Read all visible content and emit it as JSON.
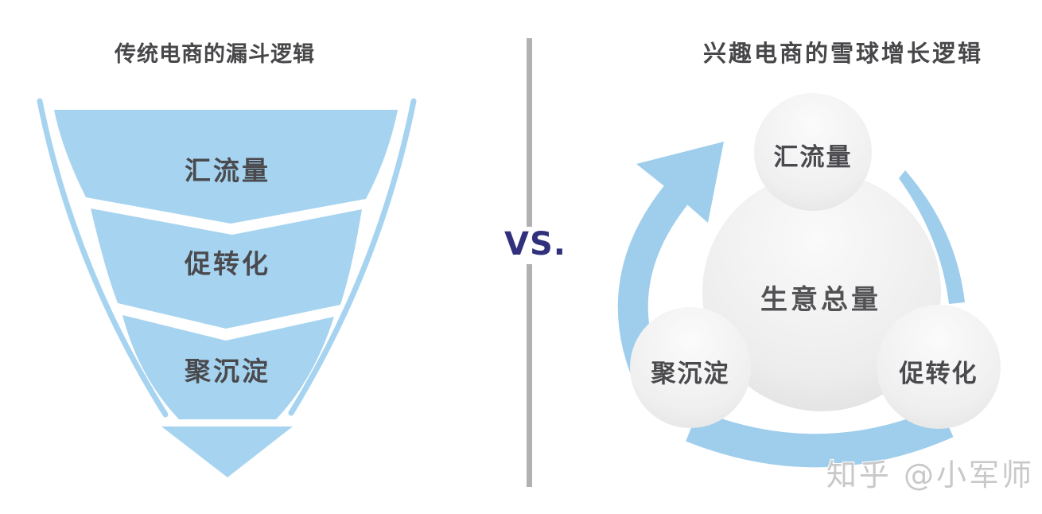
{
  "left_panel": {
    "title": "传统电商的漏斗逻辑",
    "diagram_type": "funnel",
    "funnel_stages": [
      {
        "label": "汇流量"
      },
      {
        "label": "促转化"
      },
      {
        "label": "聚沉淀"
      }
    ]
  },
  "divider": {
    "vs_label": "VS."
  },
  "right_panel": {
    "title": "兴趣电商的雪球增长逻辑",
    "diagram_type": "cycle",
    "center_label": "生意总量",
    "nodes": [
      {
        "label": "汇流量",
        "position": "top"
      },
      {
        "label": "聚沉淀",
        "position": "bottom-left"
      },
      {
        "label": "促转化",
        "position": "bottom-right"
      }
    ],
    "arrow_direction": "clockwise"
  },
  "watermark": {
    "text": "知乎 @小军师"
  },
  "colors": {
    "funnel_blue": "#A6D4F0",
    "arrow_blue": "#9FCEEC",
    "circle_gray_light": "#FAFAFA",
    "circle_gray_dark": "#E3E3E3",
    "text_dark": "#4A4A4E",
    "vs_navy": "#30307C",
    "divider_gray": "#B1B1B1",
    "watermark_gray": "#C8C8C8",
    "background": "#FFFFFF"
  }
}
